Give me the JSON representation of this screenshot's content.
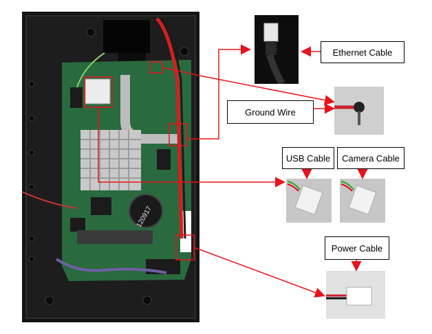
{
  "labels": {
    "ethernet": "Ethernet Cable",
    "ground": "Ground Wire",
    "usb": "USB Cable",
    "camera": "Camera Cable",
    "power": "Power Cable"
  },
  "board_label": "120917",
  "colors": {
    "callout": "#e8131b",
    "enclosure": "#161616",
    "pcb": "#2a6a3f",
    "heatsink": "#c9c9c9"
  },
  "icons": {
    "ethernet_photo": "ethernet-connector-photo",
    "ground_photo": "ground-screw-photo",
    "usb_photo": "usb-connector-photo",
    "camera_photo": "camera-connector-photo",
    "power_photo": "power-connector-photo"
  }
}
